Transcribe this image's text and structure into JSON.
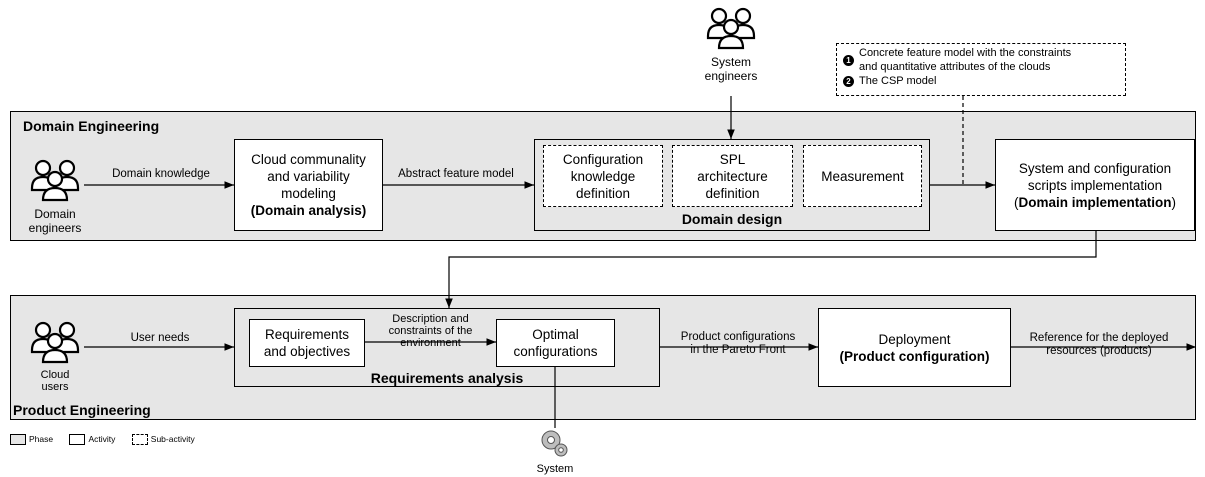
{
  "actors": {
    "system_engineers": "System\nengineers",
    "domain_engineers": "Domain\nengineers",
    "cloud_users": "Cloud\nusers",
    "system": "System"
  },
  "note": {
    "item1": "Concrete feature model with the constraints\nand quantitative attributes of the clouds",
    "item2": "The CSP model",
    "marker1": "1",
    "marker2": "2"
  },
  "domain_engineering": {
    "title": "Domain Engineering",
    "input_label": "Domain knowledge",
    "domain_analysis": {
      "line1": "Cloud communality",
      "line2": "and variability",
      "line3": "modeling",
      "line4": "(Domain analysis)"
    },
    "edge_label": "Abstract feature model",
    "domain_design": {
      "title": "Domain design",
      "sub1": "Configuration\nknowledge\ndefinition",
      "sub2": "SPL\narchitecture\ndefinition",
      "sub3": "Measurement"
    },
    "domain_implementation": {
      "line1": "System and configuration",
      "line2": "scripts implementation",
      "line3_open": "(",
      "line3_bold": "Domain implementation",
      "line3_close": ")"
    }
  },
  "product_engineering": {
    "title": "Product Engineering",
    "input_label": "User needs",
    "requirements_analysis": {
      "title": "Requirements analysis",
      "sub1": "Requirements\nand objectives",
      "edge_label": "Description and\nconstraints of the\nenvironment",
      "sub2": "Optimal\nconfigurations"
    },
    "edge_label": "Product configurations\nin the Pareto Front",
    "deployment": {
      "line1": "Deployment",
      "line2": "(Product configuration)"
    },
    "output_label": "Reference for the deployed\nresources (products)"
  },
  "legend": {
    "phase": "Phase",
    "activity": "Activity",
    "sub_activity": "Sub-activity"
  }
}
